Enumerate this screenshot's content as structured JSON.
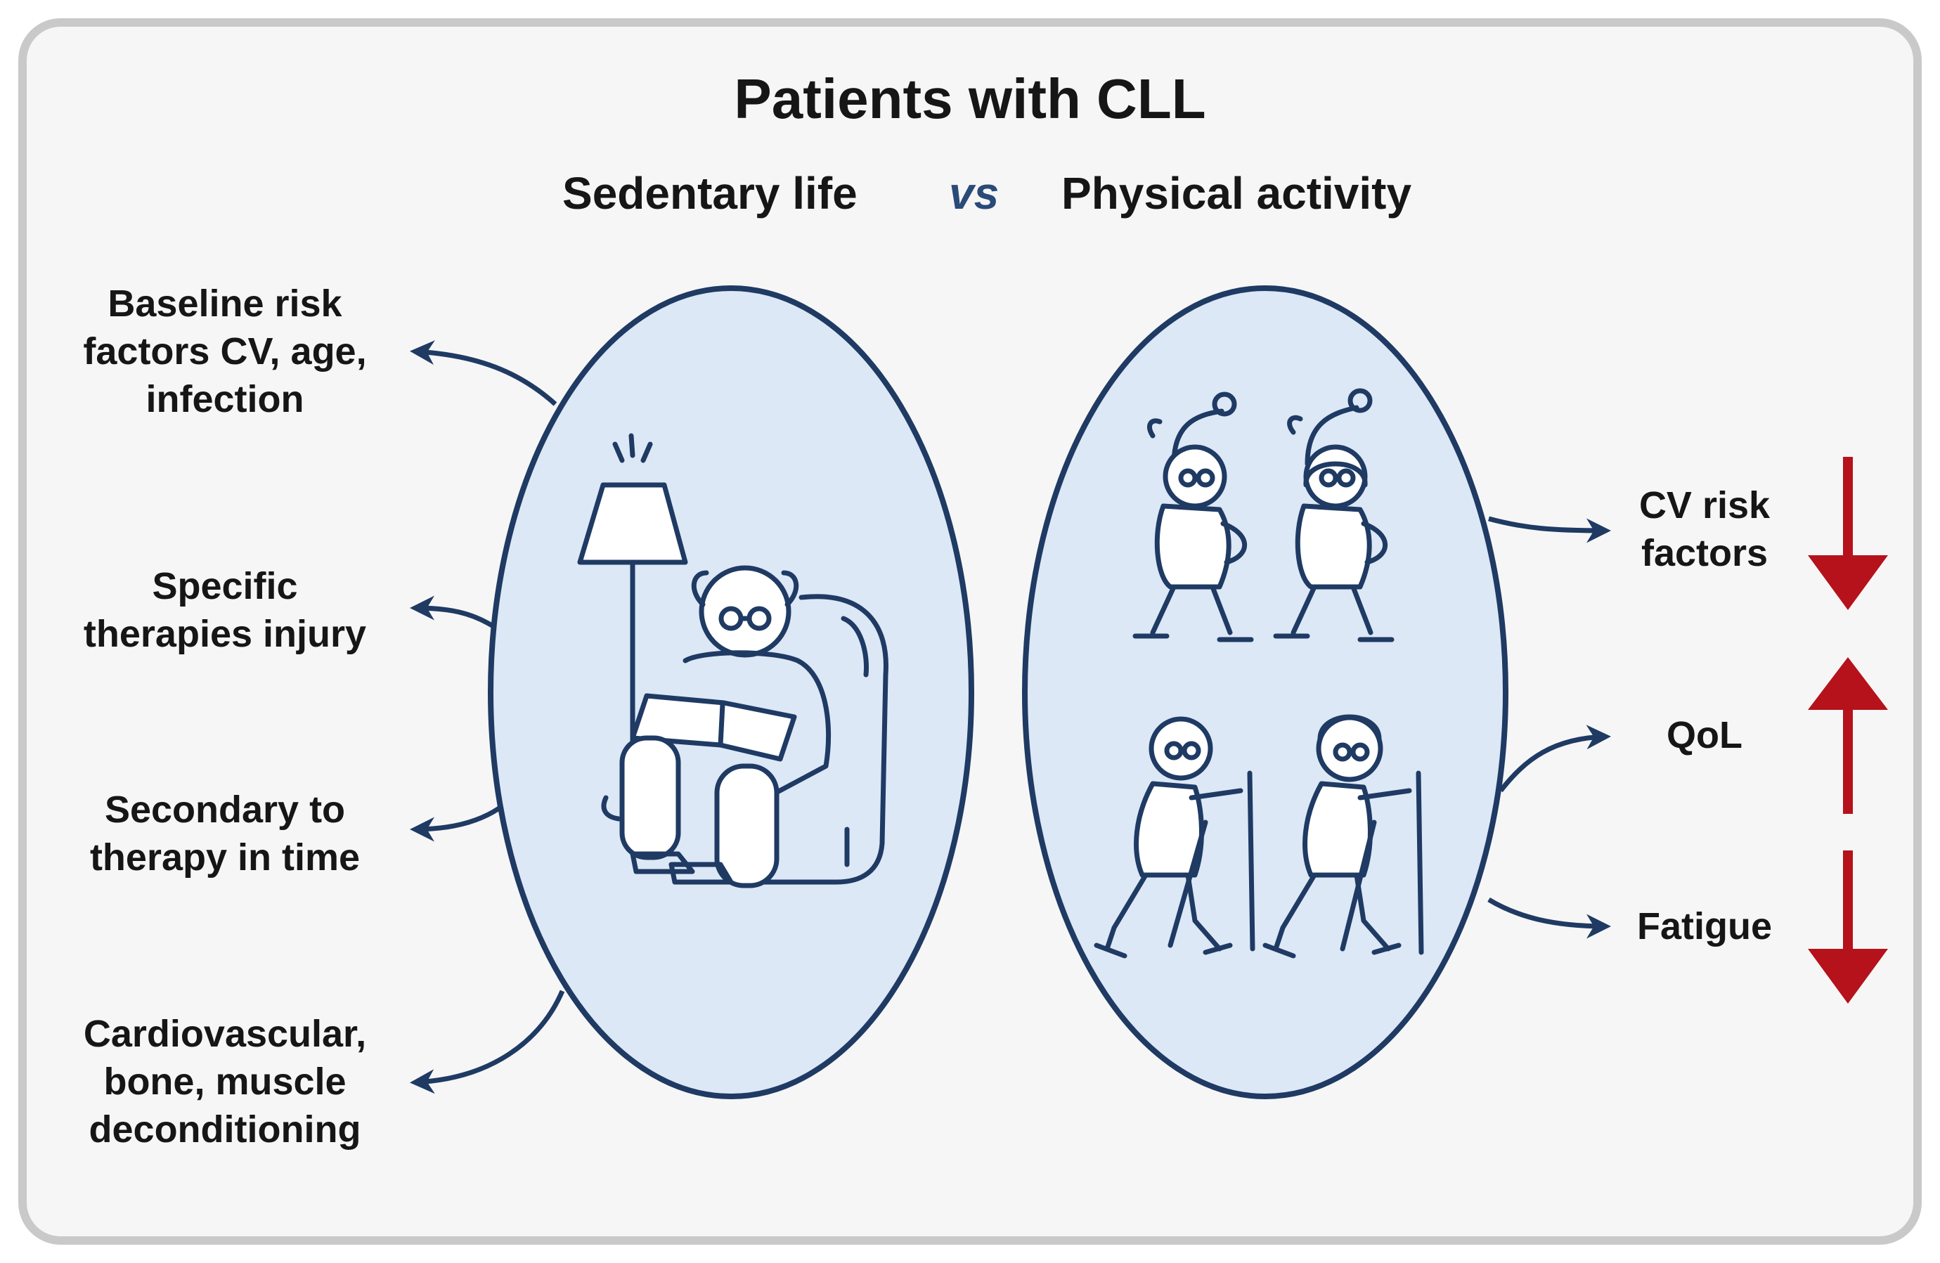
{
  "title": "Patients with CLL",
  "subtitle": {
    "left": "Sedentary life",
    "vs": "vs",
    "right": "Physical activity"
  },
  "sedentary_effects": [
    [
      "Baseline risk",
      "factors CV, age,",
      "infection"
    ],
    [
      "Specific",
      "therapies injury"
    ],
    [
      "Secondary to",
      "therapy in time"
    ],
    [
      "Cardiovascular,",
      "bone, muscle",
      "deconditioning"
    ]
  ],
  "activity_outcomes": [
    {
      "lines": [
        "CV risk",
        "factors"
      ],
      "trend": "down"
    },
    {
      "lines": [
        "QoL"
      ],
      "trend": "up"
    },
    {
      "lines": [
        "Fatigue"
      ],
      "trend": "down"
    }
  ],
  "illustrations": {
    "sedentary": "elderly-man-reading-in-armchair-with-lamp",
    "activity_top": "elderly-couple-stretching",
    "activity_bottom": "elderly-couple-nordic-walking"
  },
  "colors": {
    "navy": "#1f3a63",
    "ellipse_fill": "#dce8f6",
    "trend_arrow": "#b5121b",
    "frame": "#c9c9c9"
  }
}
